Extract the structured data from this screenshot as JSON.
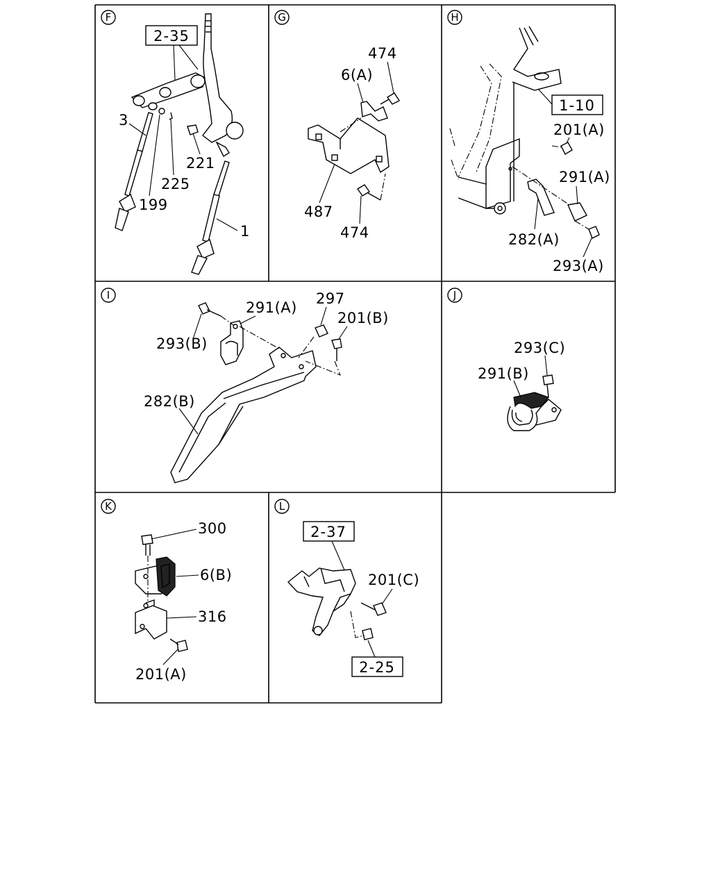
{
  "sections": [
    {
      "key": "F",
      "letter": "F",
      "refs": [
        "2-35"
      ],
      "parts": [
        "3",
        "221",
        "225",
        "199",
        "1"
      ]
    },
    {
      "key": "G",
      "letter": "G",
      "refs": [],
      "parts": [
        "474",
        "6(A)",
        "487",
        "474"
      ]
    },
    {
      "key": "H",
      "letter": "H",
      "refs": [
        "1-10"
      ],
      "parts": [
        "201(A)",
        "291(A)",
        "282(A)",
        "293(A)"
      ]
    },
    {
      "key": "I",
      "letter": "I",
      "refs": [],
      "parts": [
        "291(A)",
        "297",
        "201(B)",
        "293(B)",
        "282(B)"
      ]
    },
    {
      "key": "J",
      "letter": "J",
      "refs": [],
      "parts": [
        "293(C)",
        "291(B)"
      ]
    },
    {
      "key": "K",
      "letter": "K",
      "refs": [],
      "parts": [
        "300",
        "6(B)",
        "316",
        "201(A)"
      ]
    },
    {
      "key": "L",
      "letter": "L",
      "refs": [
        "2-37",
        "2-25"
      ],
      "parts": [
        "201(C)"
      ]
    }
  ]
}
